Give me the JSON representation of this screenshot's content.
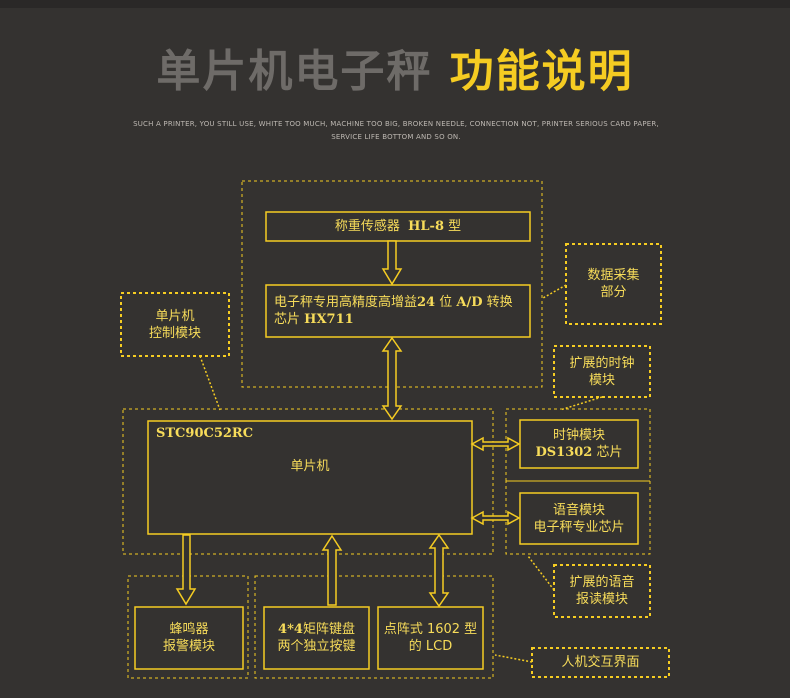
{
  "title": {
    "part1": "单片机电子秤",
    "part2": "功能说明"
  },
  "subtitle": "SUCH A PRINTER, YOU STILL USE, WHITE TOO MUCH, MACHINE TOO BIG, BROKEN NEEDLE, CONNECTION NOT, PRINTER SERIOUS CARD PAPER, SERVICE LIFE BOTTOM AND SO ON.",
  "colors": {
    "accent": "#f5cc22",
    "background": "#343230",
    "title_gray": "#6e6b68"
  },
  "nodes": {
    "sensor": {
      "pre": "称重传感器",
      "bold": "HL-8",
      "post": "型"
    },
    "adc": {
      "line1_pre": "电子秤专用高精度高增益",
      "line1_bold": "24",
      "line1_mid": "位",
      "line1_bold2": "A/D",
      "line1_post": "转换",
      "line2_pre": "芯片",
      "line2_bold": "HX711"
    },
    "mcu": {
      "model": "STC90C52RC",
      "label": "单片机"
    },
    "clock": {
      "line1": "时钟模块",
      "line2_bold": "DS1302",
      "line2_post": "芯片"
    },
    "voice": {
      "line1": "语音模块",
      "line2": "电子秤专业芯片"
    },
    "buzzer": {
      "line1": "蜂鸣器",
      "line2": "报警模块"
    },
    "keypad": {
      "line1_bold": "4*4",
      "line1_post": "矩阵键盘",
      "line2": "两个独立按键"
    },
    "lcd": {
      "line1": "点阵式 1602 型",
      "line2": "的 LCD"
    }
  },
  "callouts": {
    "mcu_module": "单片机\n控制模块",
    "data_acq": "数据采集\n部分",
    "ext_clock": "扩展的时钟\n模块",
    "ext_voice": "扩展的语音\n报读模块",
    "hmi": "人机交互界面"
  }
}
